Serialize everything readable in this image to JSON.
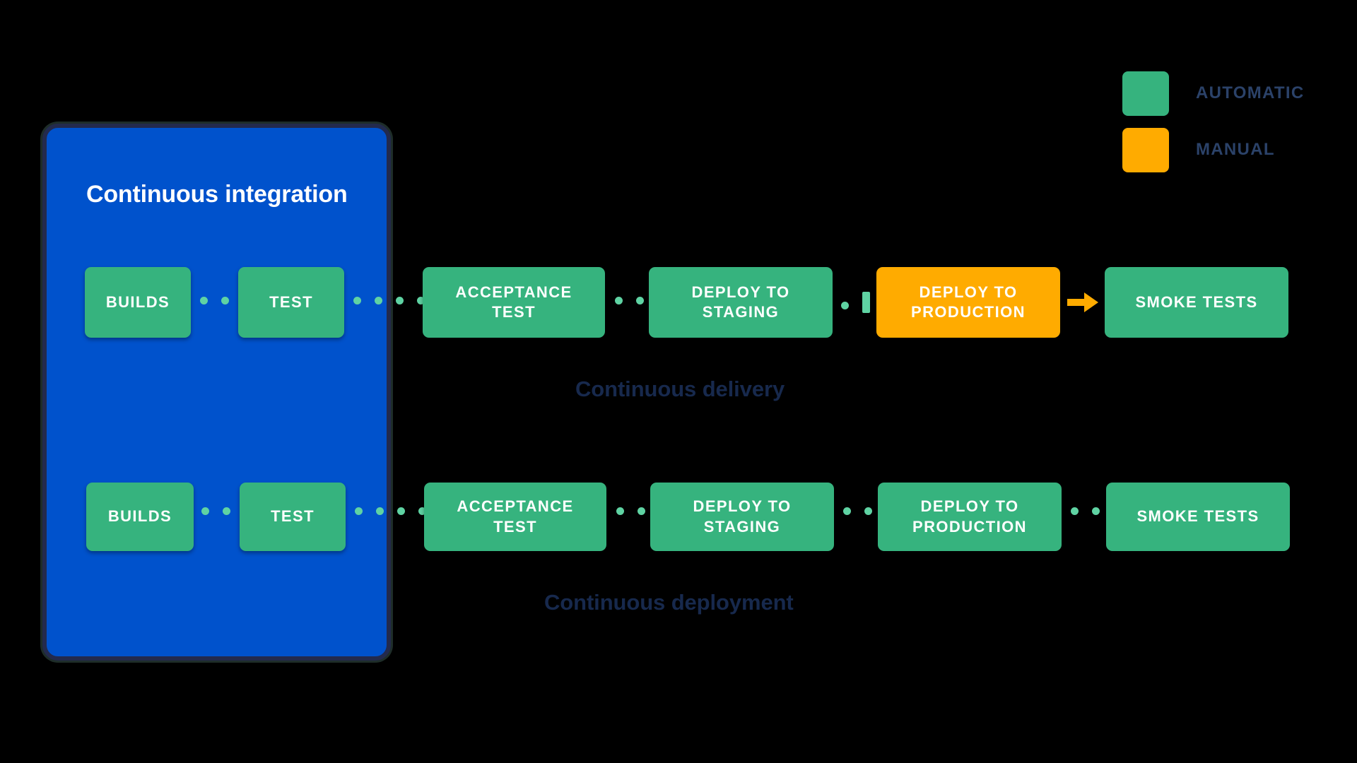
{
  "diagram": {
    "title": "Continuous integration",
    "legend": {
      "items": [
        {
          "label": "AUTOMATIC",
          "color": "#36b37e",
          "swatch_icon": "green-square-icon"
        },
        {
          "label": "MANUAL",
          "color": "#ffab00",
          "swatch_icon": "orange-square-icon"
        }
      ]
    },
    "ci_panel": {
      "title": "Continuous integration",
      "background_color": "#0052cc",
      "border_color": "#232a4d"
    },
    "rows": [
      {
        "name": "continuous-delivery",
        "caption": "Continuous delivery",
        "caption_color": "#17294d",
        "stages": [
          {
            "label": "BUILDS",
            "type": "AUTOMATIC",
            "color": "#36b37e",
            "inside_ci": true
          },
          {
            "label": "TEST",
            "type": "AUTOMATIC",
            "color": "#36b37e",
            "inside_ci": true
          },
          {
            "label": "ACCEPTANCE TEST",
            "line1": "ACCEPTANCE",
            "line2": "TEST",
            "type": "AUTOMATIC",
            "color": "#36b37e",
            "inside_ci": false
          },
          {
            "label": "DEPLOY TO STAGING",
            "line1": "DEPLOY TO",
            "line2": "STAGING",
            "type": "AUTOMATIC",
            "color": "#36b37e",
            "inside_ci": false
          },
          {
            "label": "DEPLOY TO PRODUCTION",
            "line1": "DEPLOY TO",
            "line2": "PRODUCTION",
            "type": "MANUAL",
            "color": "#ffab00",
            "inside_ci": false
          },
          {
            "label": "SMOKE TESTS",
            "type": "AUTOMATIC",
            "color": "#36b37e",
            "inside_ci": false
          }
        ],
        "connectors": [
          "dotted",
          "dotted",
          "dotted",
          "dotted-clipped",
          "arrow"
        ]
      },
      {
        "name": "continuous-deployment",
        "caption": "Continuous deployment",
        "caption_color": "#17294d",
        "stages": [
          {
            "label": "BUILDS",
            "type": "AUTOMATIC",
            "color": "#36b37e",
            "inside_ci": true
          },
          {
            "label": "TEST",
            "type": "AUTOMATIC",
            "color": "#36b37e",
            "inside_ci": true
          },
          {
            "label": "ACCEPTANCE TEST",
            "line1": "ACCEPTANCE",
            "line2": "TEST",
            "type": "AUTOMATIC",
            "color": "#36b37e",
            "inside_ci": false
          },
          {
            "label": "DEPLOY TO STAGING",
            "line1": "DEPLOY TO",
            "line2": "STAGING",
            "type": "AUTOMATIC",
            "color": "#36b37e",
            "inside_ci": false
          },
          {
            "label": "DEPLOY TO PRODUCTION",
            "line1": "DEPLOY TO",
            "line2": "PRODUCTION",
            "type": "AUTOMATIC",
            "color": "#36b37e",
            "inside_ci": false
          },
          {
            "label": "SMOKE TESTS",
            "type": "AUTOMATIC",
            "color": "#36b37e",
            "inside_ci": false
          }
        ],
        "connectors": [
          "dotted",
          "dotted",
          "dotted",
          "dotted",
          "dotted"
        ]
      }
    ]
  }
}
